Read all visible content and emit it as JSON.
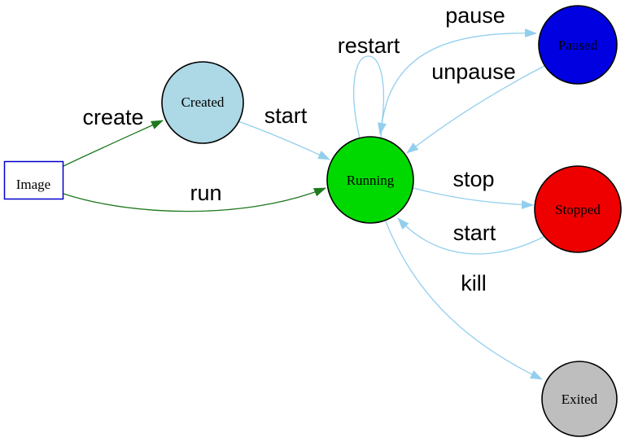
{
  "colors": {
    "edge_blue": "#93cfed",
    "edge_green": "#1f7a1f",
    "node_border": "#000000",
    "image_box_border": "#0000cc",
    "background": "#ffffff"
  },
  "diagram": {
    "nodes": {
      "image": {
        "label": "Image",
        "fill": "#ffffff"
      },
      "created": {
        "label": "Created",
        "fill": "#add8e6"
      },
      "running": {
        "label": "Running",
        "fill": "#00d900"
      },
      "paused": {
        "label": "Paused",
        "fill": "#0000e0"
      },
      "stopped": {
        "label": "Stopped",
        "fill": "#ee0000"
      },
      "exited": {
        "label": "Exited",
        "fill": "#bebebe"
      }
    },
    "edges": {
      "create": {
        "label": "create",
        "color": "#1f7a1f",
        "from": "image",
        "to": "created"
      },
      "run": {
        "label": "run",
        "color": "#1f7a1f",
        "from": "image",
        "to": "running"
      },
      "start_created": {
        "label": "start",
        "color": "#93cfed",
        "from": "created",
        "to": "running"
      },
      "restart": {
        "label": "restart",
        "color": "#93cfed",
        "from": "running",
        "to": "running"
      },
      "pause": {
        "label": "pause",
        "color": "#93cfed",
        "from": "running",
        "to": "paused"
      },
      "unpause": {
        "label": "unpause",
        "color": "#93cfed",
        "from": "paused",
        "to": "running"
      },
      "stop": {
        "label": "stop",
        "color": "#93cfed",
        "from": "running",
        "to": "stopped"
      },
      "start_stopped": {
        "label": "start",
        "color": "#93cfed",
        "from": "stopped",
        "to": "running"
      },
      "kill": {
        "label": "kill",
        "color": "#93cfed",
        "from": "running",
        "to": "exited"
      }
    }
  }
}
